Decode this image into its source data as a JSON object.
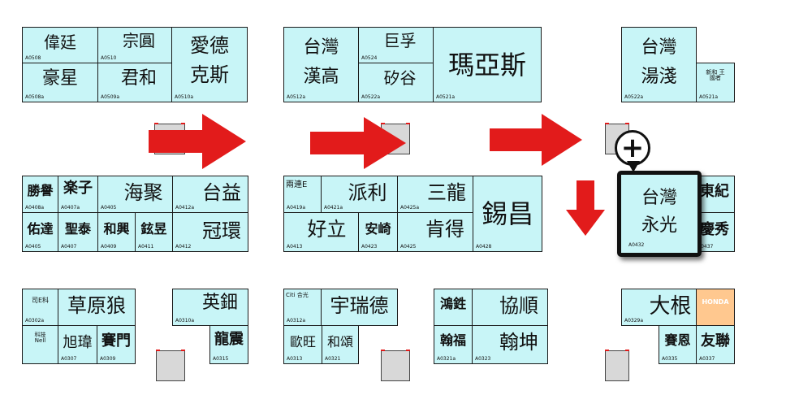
{
  "colors": {
    "cell": "#c8f5f7",
    "highlight": "#ffc88f",
    "arrow": "#e21b1b",
    "border": "#1a1a1a"
  },
  "g1": {
    "weiting": "偉廷",
    "zongyuan": "宗圓",
    "aide": "愛德",
    "haoxing": "豪星",
    "junhe": "君和",
    "kesi": "克斯",
    "c1": "A0508",
    "c2": "A0510",
    "c3": "A0510a",
    "c4": "A0508a",
    "c5": "A0509a",
    "c6": "A0510a"
  },
  "g2": {
    "taiwan": "台灣",
    "hangao": "漢高",
    "juhu": "巨孚",
    "shagu": "矽谷",
    "mayasi": "瑪亞斯",
    "c1": "A0512a",
    "c2": "A0524",
    "c3": "A0522a",
    "c4": "A0521a"
  },
  "g3": {
    "taiwan": "台灣",
    "tangjian": "湯淺",
    "small": "新和 王國者",
    "c1": "A0522a",
    "c2": "A0521a"
  },
  "g4": {
    "shengying": "勝譽",
    "laizi": "楽子",
    "haiju": "海聚",
    "taiyi": "台益",
    "youda": "佑達",
    "jingtai": "聖泰",
    "hexing": "和興",
    "xuanyu": "鉉昱",
    "guanhuan": "冠環",
    "c1": "A0408a",
    "c2": "A0407a",
    "c3": "A0405",
    "c4": "A0412a",
    "c5": "A0405",
    "c6": "A0407",
    "c7": "A0409",
    "c8": "A0411",
    "c9": "A0412"
  },
  "g5": {
    "liandian": "兩連E",
    "paili": "派利",
    "sanlong": "三龍",
    "xichang": "錫昌",
    "haoli": "好立",
    "anqi": "安崎",
    "kende": "肯得",
    "c1": "A0419a",
    "c2": "A0421a",
    "c3": "A0425a",
    "c4": "A0413",
    "c5": "A0423",
    "c6": "A0425",
    "c7": "A0428"
  },
  "g6": {
    "taiwan": "台灣",
    "yongguang": "永光",
    "ji": "東紀",
    "xiu": "慶秀",
    "c1": "A0432",
    "c2": "A0437"
  },
  "g7": {
    "small": "司E科",
    "caoyuanlang": "草原狼",
    "yingtian": "英鈿",
    "small2": "科技 Nell",
    "xuwei": "旭瑋",
    "saimen": "賽門",
    "longzhen": "龍震",
    "c1": "A0302a",
    "c2": "A0310a",
    "c3": "A0315",
    "c4": "A0307",
    "c5": "A0309",
    "c6": "A0315"
  },
  "g8": {
    "small": "Citi 合光",
    "yuruide": "宇瑞德",
    "xinwang": "歐旺",
    "hede": "和頌",
    "c1": "A0312a",
    "c2": "A0313",
    "c3": "A0321"
  },
  "g9": {
    "hongsheng": "鴻鉎",
    "xieshun": "協順",
    "hanfu": "翰福",
    "hankun": "翰坤",
    "c1": "A0321a",
    "c2": "A0323",
    "c3": "A0323"
  },
  "g10": {
    "dagen": "大根",
    "honda": "HONDA",
    "saisi": "賽恩",
    "youlian": "友聯",
    "c1": "A0329a",
    "c2": "A0335",
    "c3": "A0337"
  },
  "zoom": "+"
}
